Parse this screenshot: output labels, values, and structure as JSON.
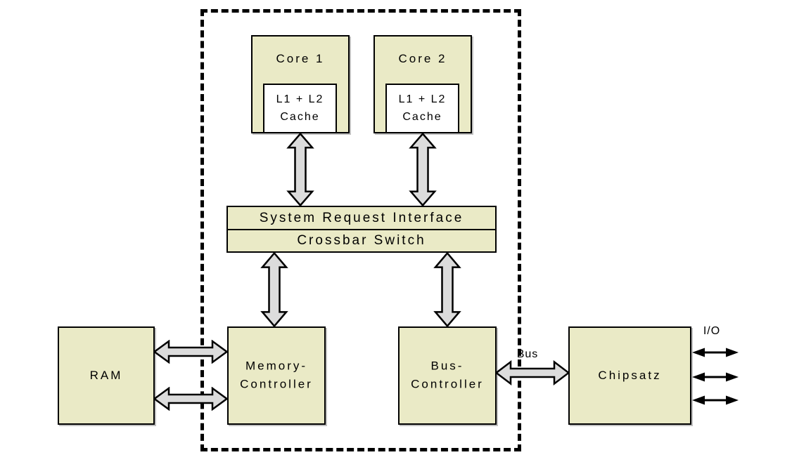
{
  "colors": {
    "background": "#ffffff",
    "box_fill": "#eaeac6",
    "cache_fill": "#ffffff",
    "arrow_fill": "#dcdcdc",
    "outline": "#000000"
  },
  "diagram": {
    "core1": {
      "label": "Core 1",
      "cache_line1": "L1 + L2",
      "cache_line2": "Cache"
    },
    "core2": {
      "label": "Core 2",
      "cache_line1": "L1 + L2",
      "cache_line2": "Cache"
    },
    "system_request_interface": {
      "label": "System Request Interface"
    },
    "crossbar_switch": {
      "label": "Crossbar Switch"
    },
    "ram": {
      "label": "RAM"
    },
    "memory_controller": {
      "line1": "Memory-",
      "line2": "Controller"
    },
    "bus_controller": {
      "line1": "Bus-",
      "line2": "Controller"
    },
    "chipsatz": {
      "label": "Chipsatz"
    },
    "bus_arrow": {
      "label": "Bus"
    },
    "io": {
      "label": "I/O"
    }
  }
}
